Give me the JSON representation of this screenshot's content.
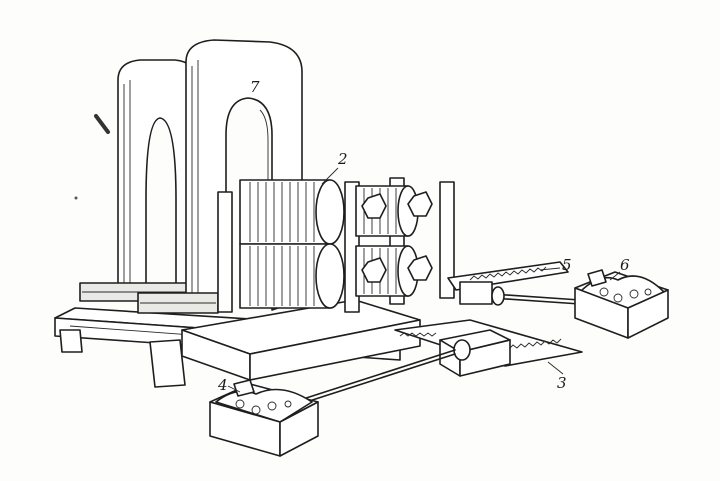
{
  "diagram": {
    "labels": [
      {
        "id": "label-7",
        "text": "7"
      },
      {
        "id": "label-2",
        "text": "2"
      },
      {
        "id": "label-5",
        "text": "5"
      },
      {
        "id": "label-6",
        "text": "6"
      },
      {
        "id": "label-3",
        "text": "3"
      },
      {
        "id": "label-4",
        "text": "4"
      }
    ]
  }
}
